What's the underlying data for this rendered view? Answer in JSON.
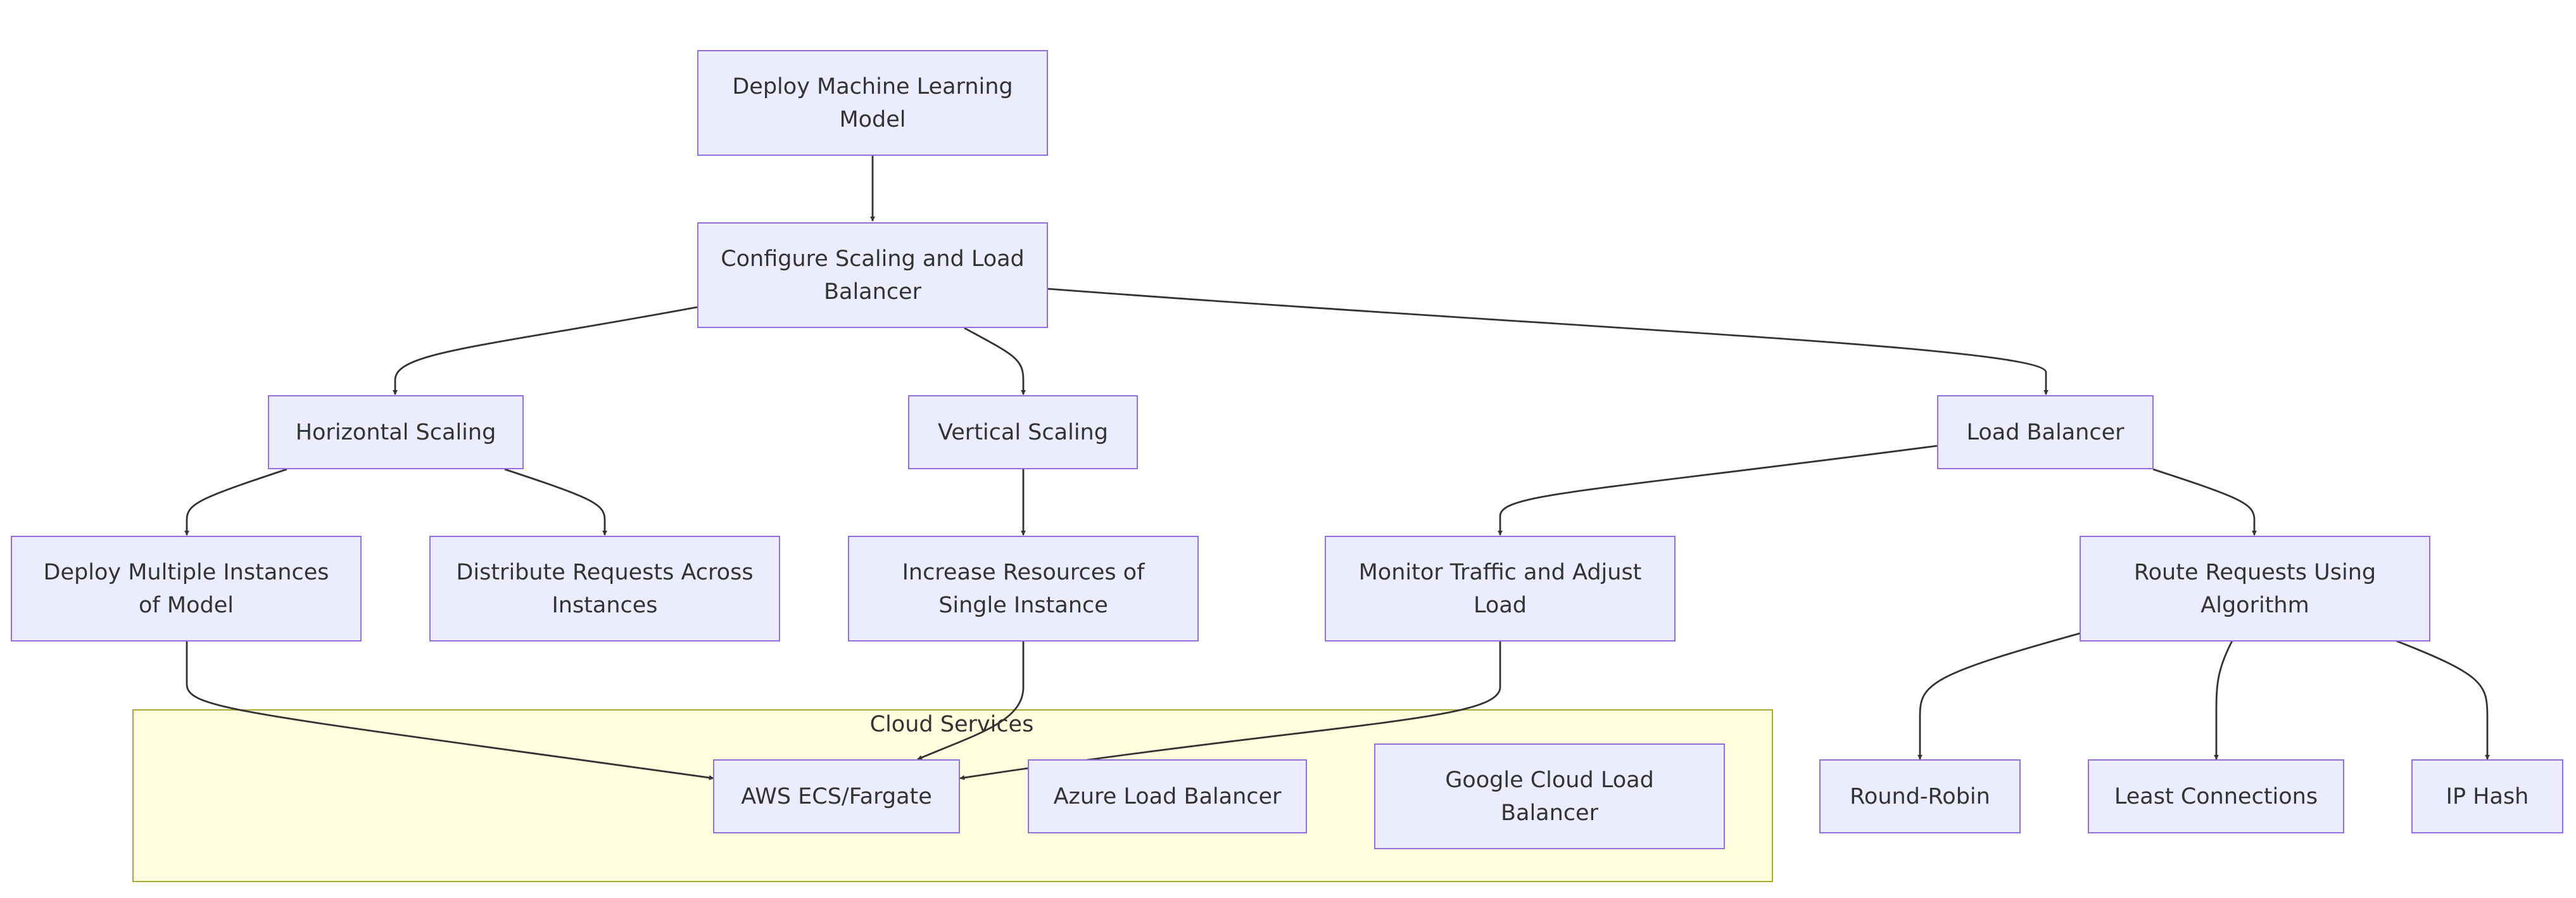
{
  "colors": {
    "node_fill": "#ECECFF",
    "node_border": "#9370DB",
    "cluster_fill": "#FFFFDE",
    "cluster_border": "#AAAA33",
    "edge": "#333333",
    "text": "#333333"
  },
  "cluster": {
    "title": "Cloud Services"
  },
  "nodes": {
    "deploy": {
      "line1": "Deploy Machine Learning",
      "line2": "Model"
    },
    "config": {
      "line1": "Configure Scaling and Load",
      "line2": "Balancer"
    },
    "hscale": {
      "line1": "Horizontal Scaling"
    },
    "vscale": {
      "line1": "Vertical Scaling"
    },
    "lb": {
      "line1": "Load Balancer"
    },
    "multi": {
      "line1": "Deploy Multiple Instances",
      "line2": "of Model"
    },
    "distrib": {
      "line1": "Distribute Requests Across",
      "line2": "Instances"
    },
    "increase": {
      "line1": "Increase Resources of",
      "line2": "Single Instance"
    },
    "monitor": {
      "line1": "Monitor Traffic and Adjust",
      "line2": "Load"
    },
    "route": {
      "line1": "Route Requests Using",
      "line2": "Algorithm"
    },
    "aws": {
      "line1": "AWS ECS/Fargate"
    },
    "azure": {
      "line1": "Azure Load Balancer"
    },
    "gcp": {
      "line1": "Google Cloud Load",
      "line2": "Balancer"
    },
    "rr": {
      "line1": "Round-Robin"
    },
    "lc": {
      "line1": "Least Connections"
    },
    "iphash": {
      "line1": "IP Hash"
    }
  }
}
